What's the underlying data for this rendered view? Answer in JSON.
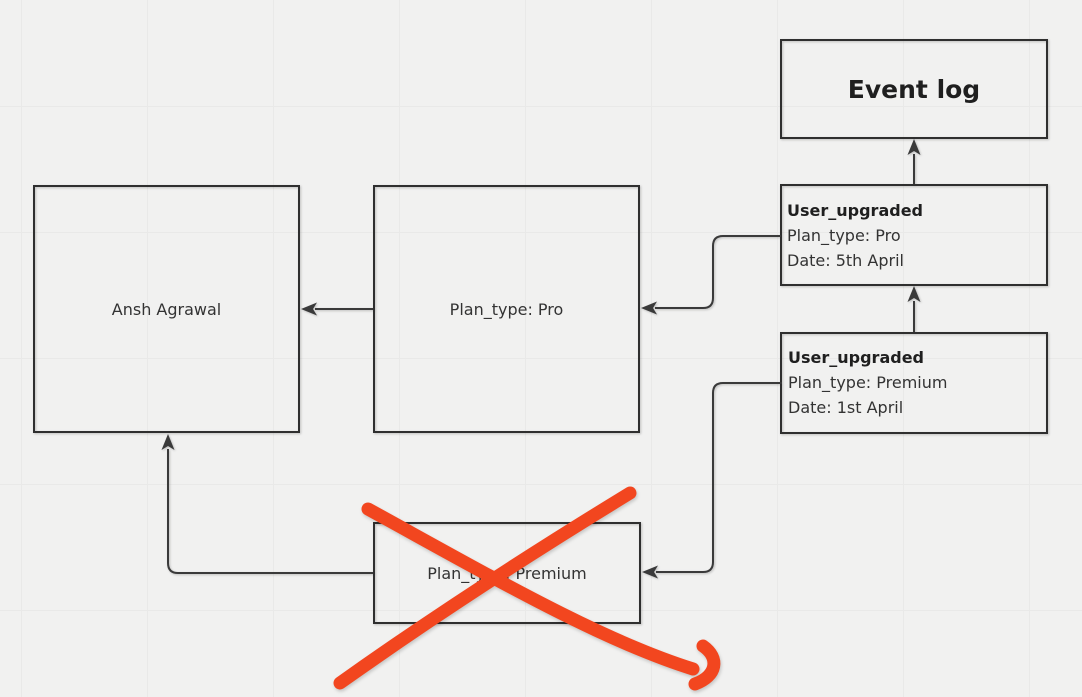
{
  "canvas": {
    "background_color": "#f1f1f0",
    "grid_color": "#e9e9e8",
    "shape_stroke_color": "#2f2f2f",
    "connector_color": "#3a3a3a",
    "text_color": "#333333",
    "annotation_color": "#f2461f"
  },
  "nodes": {
    "event_log": {
      "label": "Event log"
    },
    "user": {
      "label": "Ansh Agrawal"
    },
    "plan_pro": {
      "label": "Plan_type: Pro"
    },
    "plan_premium": {
      "label": "Plan_type: Premium"
    },
    "event_pro": {
      "title": "User_upgraded",
      "plan": "Plan_type: Pro",
      "date": "Date: 5th April"
    },
    "event_premium": {
      "title": "User_upgraded",
      "plan": "Plan_type: Premium",
      "date": "Date: 1st April"
    }
  },
  "annotation": {
    "kind": "red-cross-out-arrow",
    "target": "Plan_type: Premium",
    "color": "#f2461f"
  }
}
